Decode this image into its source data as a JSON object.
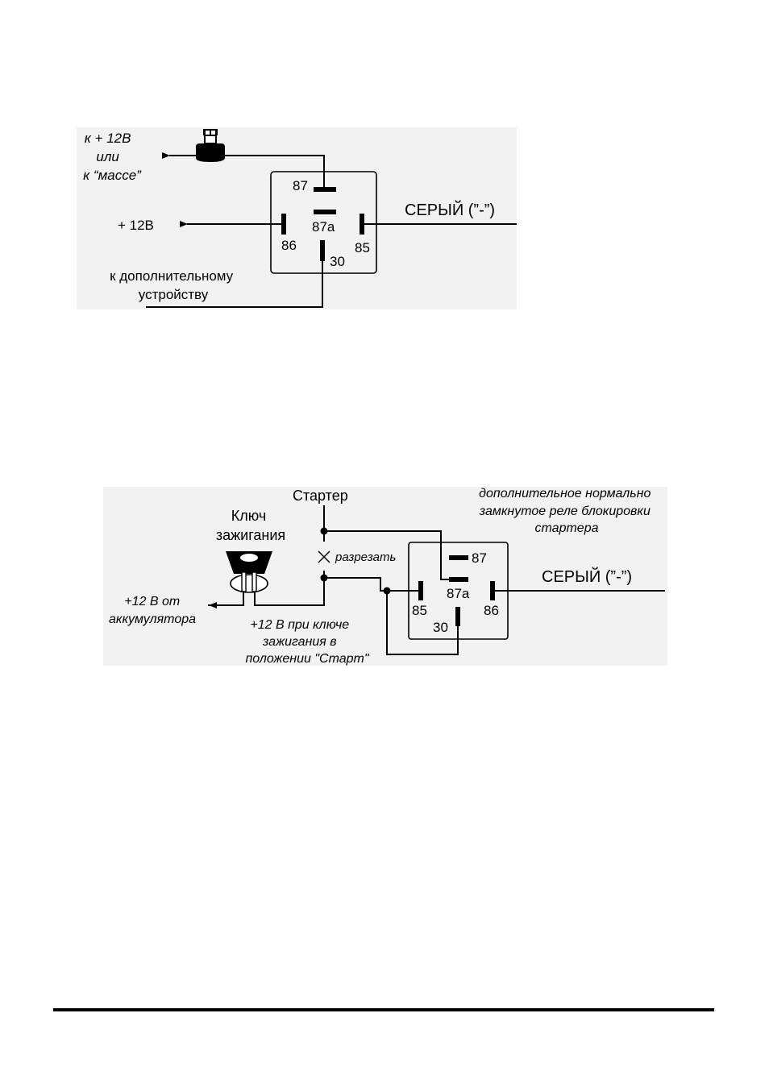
{
  "diagram1": {
    "left_label": [
      "к + 12В",
      "или",
      "к “массе”"
    ],
    "plus12_label": "+ 12В",
    "device_label": [
      "к дополнительному",
      "устройству"
    ],
    "gray_label": "СЕРЫЙ (”-”)",
    "pins": {
      "p87": "87",
      "p87a": "87a",
      "p86": "86",
      "p85": "85",
      "p30": "30"
    }
  },
  "diagram2": {
    "starter_label": "Стартер",
    "key_label": [
      "Ключ",
      "зажигания"
    ],
    "cut_label": "разрезать",
    "note_label": [
      "дополнительное нормально",
      "замкнутое реле блокировки",
      "стартера"
    ],
    "battery_label": [
      "+12 В от",
      "аккумулятора"
    ],
    "start_label": [
      "+12 В при ключе",
      "зажигания в",
      "положении \"Старт\""
    ],
    "gray_label": "СЕРЫЙ (”-”)",
    "pins": {
      "p87": "87",
      "p87a": "87a",
      "p85": "85",
      "p86": "86",
      "p30": "30"
    }
  },
  "icons": [
    "fuse-icon",
    "ignition-key-icon",
    "cut-mark-icon",
    "arrow-icon"
  ]
}
